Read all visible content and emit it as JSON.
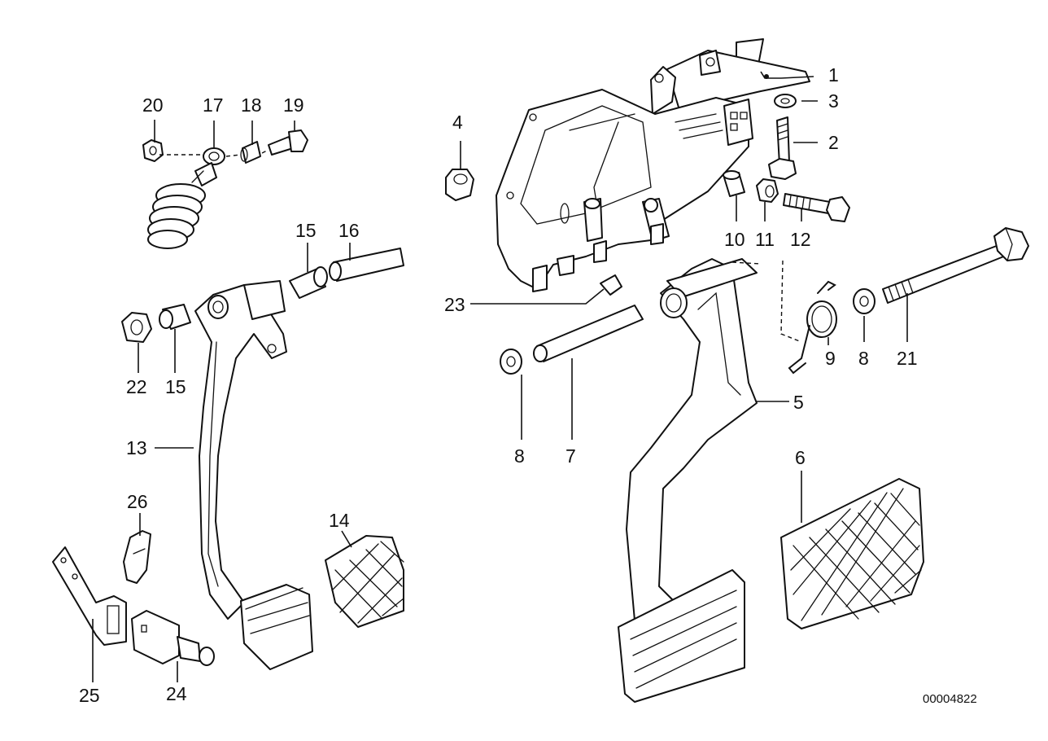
{
  "diagram": {
    "reference_number": "00004822",
    "callouts": {
      "c1": "1",
      "c2": "2",
      "c3": "3",
      "c4": "4",
      "c5": "5",
      "c6": "6",
      "c7": "7",
      "c8a": "8",
      "c8b": "8",
      "c9": "9",
      "c10": "10",
      "c11": "11",
      "c12": "12",
      "c13": "13",
      "c14": "14",
      "c15a": "15",
      "c15b": "15",
      "c16": "16",
      "c17": "17",
      "c18": "18",
      "c19": "19",
      "c20": "20",
      "c21": "21",
      "c22": "22",
      "c23": "23",
      "c24": "24",
      "c25": "25",
      "c26": "26"
    }
  }
}
